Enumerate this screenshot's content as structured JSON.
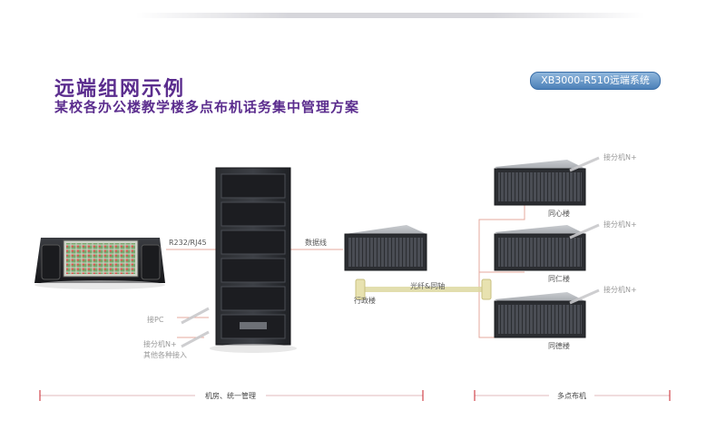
{
  "header": {
    "title": "远端组网示例",
    "subtitle": "某校各办公楼教学楼多点布机话务集中管理方案",
    "badge": "XB3000-R510远端系统"
  },
  "diagram": {
    "link_rs": "R232/RJ45",
    "link_data": "数据线",
    "link_fiber": "光纤&同轴",
    "pc": "接PC",
    "ext_main_1": "接分机N+",
    "ext_main_2": "其他各种接入",
    "admin_building": "行政楼",
    "ext_1": "接分机N+",
    "ext_2": "接分机N+",
    "ext_3": "接分机N+",
    "building_1": "同心楼",
    "building_2": "同仁楼",
    "building_3": "同德楼",
    "section_left": "机房、统一管理",
    "section_right": "多点布机"
  },
  "colors": {
    "brand": "#5b2d8e",
    "badge": "#4c80b8",
    "line": "#e6a99c",
    "bracket": "#c8202a",
    "fiber": "#ddd8a0"
  }
}
